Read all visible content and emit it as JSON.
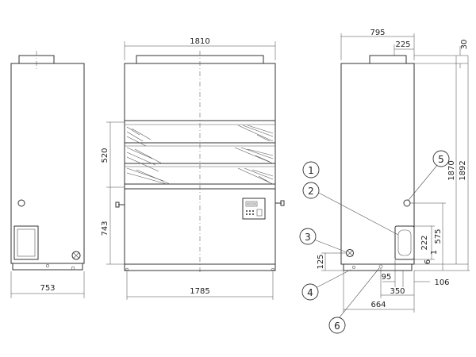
{
  "dimensions": {
    "front_width_top": "1810",
    "front_width_bottom": "1785",
    "front_grille_height": "520",
    "front_lower_height": "743",
    "left_width": "753",
    "right_depth": "795",
    "right_top_offset": "225",
    "right_top_protrusion": "30",
    "height_1870": "1870",
    "height_1892": "1892",
    "h_575": "575",
    "h_222": "222",
    "h_1": "1",
    "h_6": "6",
    "h_125": "125",
    "w_95": "95",
    "w_106": "106",
    "w_350": "350",
    "w_664": "664"
  },
  "callouts": [
    "1",
    "2",
    "3",
    "4",
    "5",
    "6"
  ]
}
